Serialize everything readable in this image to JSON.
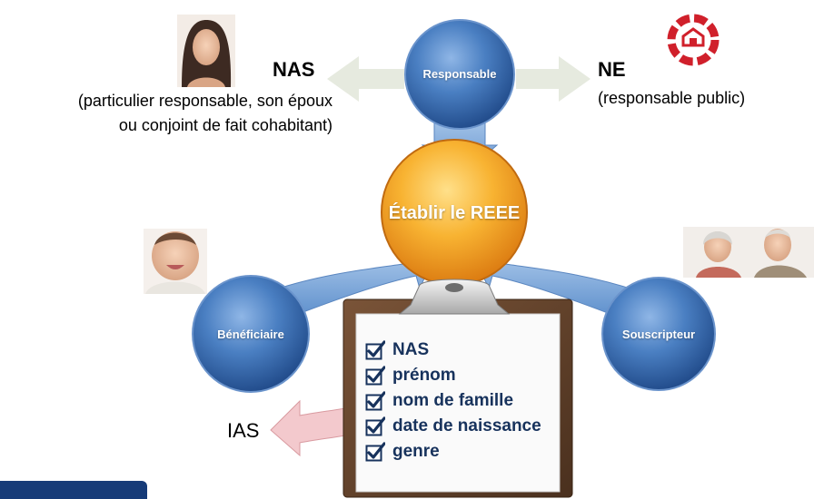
{
  "nodes": {
    "responsable": "Responsable",
    "etablir": "Établir le REEE",
    "beneficiaire": "Bénéficiaire",
    "souscripteur": "Souscripteur"
  },
  "left_label": {
    "title": "NAS",
    "line1": "(particulier responsable, son époux",
    "line2": "ou conjoint de fait cohabitant)"
  },
  "right_label": {
    "title": "NE",
    "description": "(responsable public)"
  },
  "output_label": "IAS",
  "checklist": [
    {
      "label": "NAS",
      "checked": true
    },
    {
      "label": "prénom",
      "checked": true
    },
    {
      "label": "nom de famille",
      "checked": true
    },
    {
      "label": "date de naissance",
      "checked": true
    },
    {
      "label": "genre",
      "checked": true
    }
  ],
  "colors": {
    "blue_circle": "#2f5e9f",
    "orange_circle": "#f29a1e",
    "checklist_text": "#17325c",
    "logo_red": "#d0202b",
    "footer": "#163b78"
  }
}
